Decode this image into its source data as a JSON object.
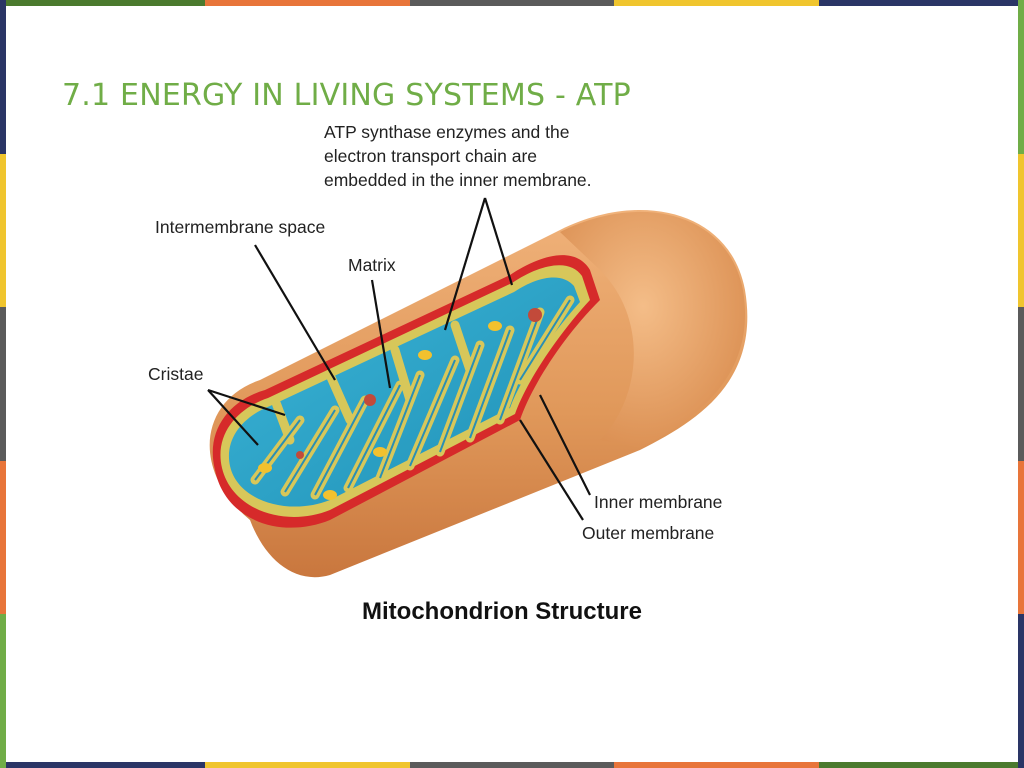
{
  "slide": {
    "title": "7.1 ENERGY IN LIVING SYSTEMS - ATP",
    "caption": "Mitochondrion Structure"
  },
  "frame_colors": [
    "#4a6b3a",
    "#e8783c",
    "#e8c43a",
    "#5a5a5a",
    "#2b3a67"
  ],
  "diagram": {
    "labels": {
      "atp_synthase_line1": "ATP synthase enzymes and the",
      "atp_synthase_line2": "electron transport chain are",
      "atp_synthase_line3": "embedded in the inner membrane.",
      "intermembrane_space": "Intermembrane space",
      "matrix": "Matrix",
      "cristae": "Cristae",
      "inner_membrane": "Inner membrane",
      "outer_membrane": "Outer membrane"
    },
    "colors": {
      "outer_membrane": "#e0985a",
      "intermembrane": "#d62a2a",
      "inner_membrane": "#d7c75a",
      "matrix": "#2fa6c9"
    }
  }
}
